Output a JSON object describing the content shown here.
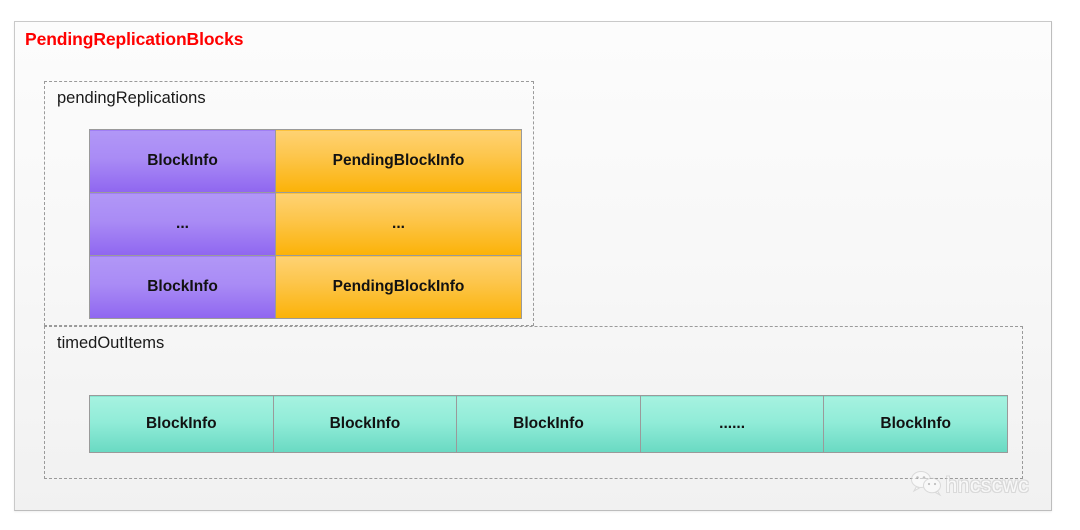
{
  "diagram": {
    "title": "PendingReplicationBlocks",
    "title_color": "#ff0000",
    "groups": [
      {
        "label": "pendingReplications",
        "table": {
          "columns": [
            "BlockInfo",
            "PendingBlockInfo"
          ],
          "rows": [
            [
              "BlockInfo",
              "PendingBlockInfo"
            ],
            [
              "...",
              "..."
            ],
            [
              "BlockInfo",
              "PendingBlockInfo"
            ]
          ],
          "colors": {
            "col1": "#a98bf5",
            "col2": "#fbb207"
          }
        }
      },
      {
        "label": "timedOutItems",
        "table": {
          "rows": [
            [
              "BlockInfo",
              "BlockInfo",
              "BlockInfo",
              "......",
              "BlockInfo"
            ]
          ],
          "colors": {
            "cell": "#91ecd8"
          }
        }
      }
    ]
  },
  "watermark": {
    "text": "hncscwc",
    "icon": "wechat-icon"
  }
}
